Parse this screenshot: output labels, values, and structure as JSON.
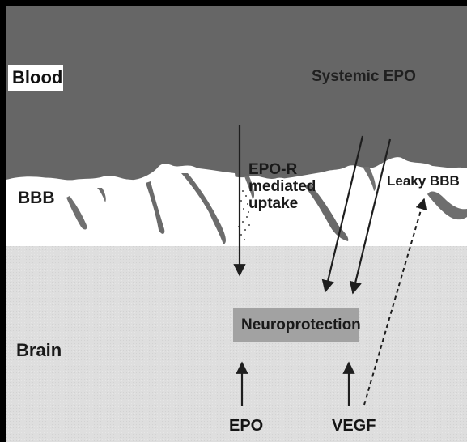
{
  "labels": {
    "blood": "Blood",
    "systemic_epo": "Systemic EPO",
    "bbb": "BBB",
    "epo_r_line1": "EPO-R",
    "epo_r_line2": "mediated",
    "epo_r_line3": "uptake",
    "leaky_bbb": "Leaky BBB",
    "brain": "Brain",
    "neuroprotection": "Neuroprotection",
    "epo": "EPO",
    "vegf": "VEGF"
  },
  "colors": {
    "blood_region": "#666666",
    "bbb_region": "#ffffff",
    "brain_region": "#dedede",
    "neuroprotection_box": "#a2a2a2",
    "arrows": "#1e1e1e",
    "text": "#1a1a1a"
  }
}
